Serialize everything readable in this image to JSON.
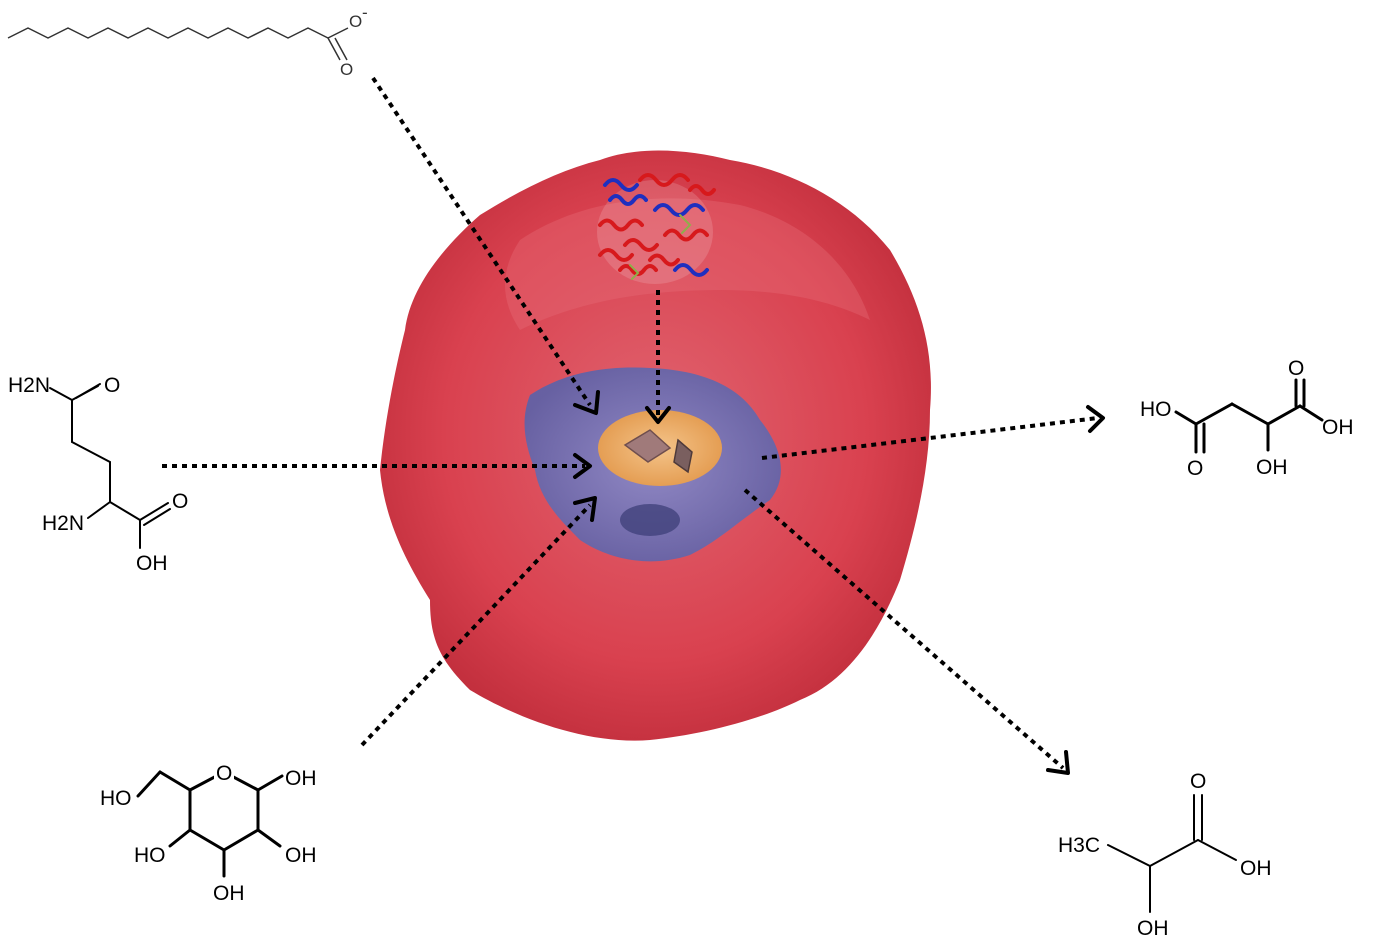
{
  "molecules": {
    "fatty_acid": {
      "oxygen_a": "O",
      "charge": "-",
      "oxygen_b": "O"
    },
    "glutamine": {
      "amide_h2n": "H2N",
      "amide_o": "O",
      "amine_h2n": "H2N",
      "acid_o": "O",
      "acid_oh": "OH"
    },
    "glucose": {
      "ring_o": "O",
      "c6_ho": "HO",
      "c1_oh": "OH",
      "c4_ho": "HO",
      "c2_oh": "OH",
      "c3_oh": "OH"
    },
    "malate": {
      "left_ho": "HO",
      "left_o": "O",
      "right_o": "O",
      "right_oh": "OH",
      "alpha_oh": "OH"
    },
    "lactate": {
      "methyl_h3c": "H3C",
      "carbonyl_o": "O",
      "acid_oh": "OH",
      "alpha_oh": "OH"
    }
  },
  "colors": {
    "cell": "#d9414f",
    "nucleus": "#6b6fb0",
    "core": "#e8a35a",
    "helix_red": "#d7191c",
    "helix_blue": "#1f2fbf",
    "arrow": "#000000"
  },
  "icons": {
    "cell": "cell-illustration",
    "protein": "protein-ribbon-structure"
  }
}
